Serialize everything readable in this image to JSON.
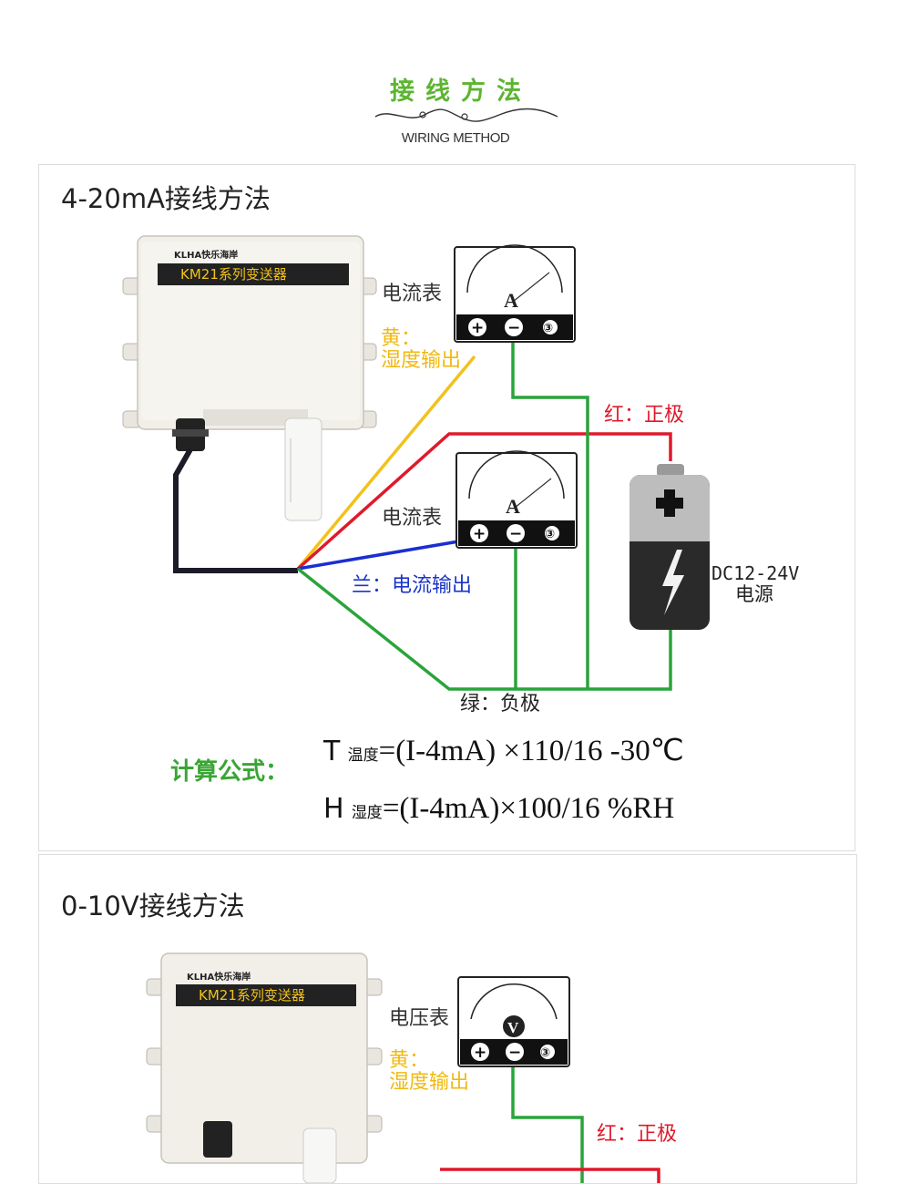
{
  "header": {
    "title_cn": "接线方法",
    "title_en": "WIRING METHOD"
  },
  "section1": {
    "title": "4-20mA接线方法",
    "device": {
      "brand": "KLHA快乐海岸",
      "model": "KM21系列变送器"
    },
    "meter_label": "电流表",
    "meter_symbol": "A",
    "terminals": [
      "+",
      "−",
      "③"
    ],
    "labels": {
      "yellow_1": "黄：",
      "yellow_2": "湿度输出",
      "red": "红：正极",
      "blue": "兰：电流输出",
      "green": "绿：负极",
      "power_1": "DC12-24V",
      "power_2": "电源"
    },
    "calc_label": "计算公式：",
    "formula_t": {
      "var": "T",
      "sub": "温度",
      "expr": "=(I-4mA) ×110/16 -30℃"
    },
    "formula_h": {
      "var": "H",
      "sub": "湿度",
      "expr": "=(I-4mA)×100/16 %RH"
    }
  },
  "section2": {
    "title": "0-10V接线方法",
    "device": {
      "brand": "KLHA快乐海岸",
      "model": "KM21系列变送器"
    },
    "meter_label": "电压表",
    "meter_symbol": "V",
    "labels": {
      "yellow_1": "黄：",
      "yellow_2": "湿度输出",
      "red": "红：正极"
    }
  },
  "colors": {
    "green_title": "#5cb531",
    "yellow_wire": "#f2c21a",
    "red_wire": "#e0192b",
    "blue_wire": "#1a2fd0",
    "green_wire": "#2aa43a",
    "label_red": "#e0192b",
    "label_blue": "#1a34c8",
    "label_yellow": "#f0b90f"
  }
}
